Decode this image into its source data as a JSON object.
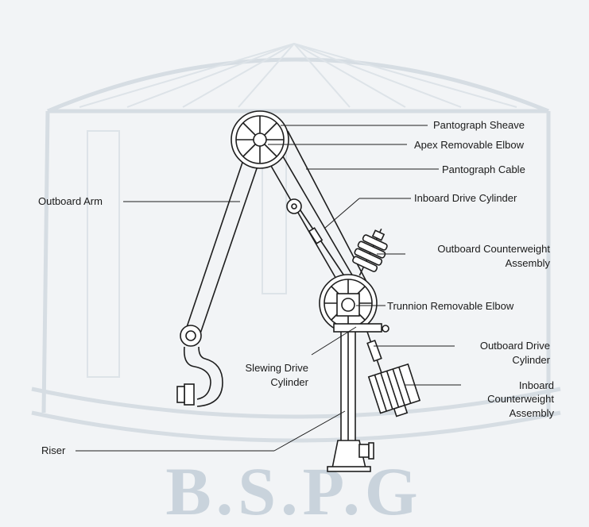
{
  "watermark": "B.S.P.G",
  "labels": {
    "pantograph_sheave": "Pantograph Sheave",
    "apex_removable_elbow": "Apex Removable Elbow",
    "pantograph_cable": "Pantograph Cable",
    "inboard_drive_cylinder": "Inboard Drive Cylinder",
    "outboard_counterweight_1": "Outboard Counterweight",
    "outboard_counterweight_2": "Assembly",
    "trunnion_removable_elbow": "Trunnion Removable Elbow",
    "outboard_drive_cylinder_1": "Outboard Drive",
    "outboard_drive_cylinder_2": "Cylinder",
    "inboard_counterweight_1": "Inboard",
    "inboard_counterweight_2": "Counterweight",
    "inboard_counterweight_3": "Assembly",
    "outboard_arm": "Outboard Arm",
    "slewing_drive_1": "Slewing Drive",
    "slewing_drive_2": "Cylinder",
    "riser": "Riser"
  }
}
